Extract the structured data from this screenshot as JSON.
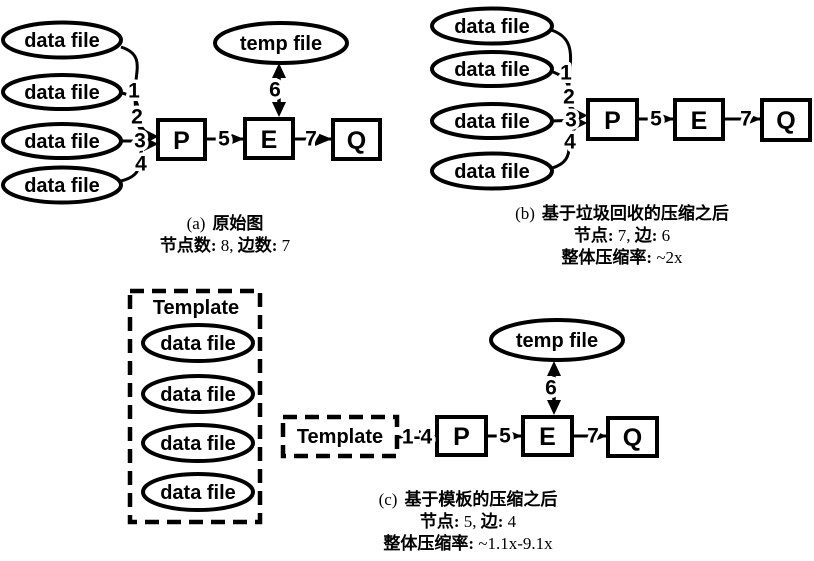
{
  "labels": {
    "data_file": "data file",
    "temp_file": "temp file",
    "p": "P",
    "e": "E",
    "q": "Q",
    "template": "Template"
  },
  "edges": {
    "n1": "1",
    "n2": "2",
    "n3": "3",
    "n4": "4",
    "n5": "5",
    "n6": "6",
    "n7": "7",
    "n14": "1-4"
  },
  "captions": {
    "a": {
      "index": "(a)",
      "title": "原始图",
      "stat1_label": "节点数: ",
      "stat1_value": "8, ",
      "stat2_label": "边数: ",
      "stat2_value": "7"
    },
    "b": {
      "index": "(b)",
      "title": "基于垃圾回收的压缩之后",
      "stat1_label": "节点: ",
      "stat1_value": "7, ",
      "stat2_label": "边: ",
      "stat2_value": "6",
      "ratio_label": "整体压缩率: ",
      "ratio_value": "~2x"
    },
    "c": {
      "index": "(c)",
      "title": "基于模板的压缩之后",
      "stat1_label": "节点: ",
      "stat1_value": "5, ",
      "stat2_label": "边: ",
      "stat2_value": "4",
      "ratio_label": "整体压缩率: ",
      "ratio_value": "~1.1x-9.1x"
    }
  },
  "colors": {
    "ink": "#000000",
    "background": "#ffffff"
  }
}
